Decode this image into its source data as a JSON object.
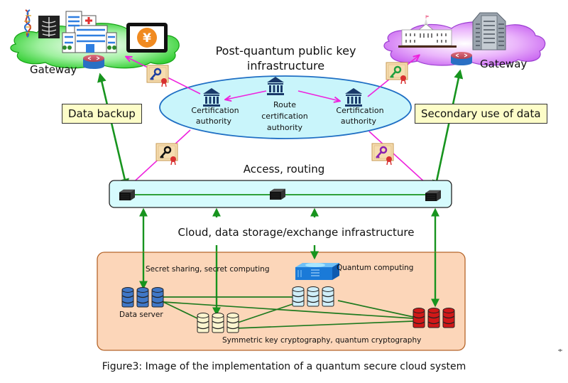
{
  "diagram": {
    "left_cloud": {
      "label": "Gateway",
      "icons": [
        "dna-icon",
        "xray-icon",
        "hospital-icon",
        "tablet-yen-icon",
        "router-icon"
      ],
      "color": "#3dd23d"
    },
    "right_cloud": {
      "label": "Gateway",
      "icons": [
        "government-building-icon",
        "office-tower-icon",
        "router-icon"
      ],
      "color": "#d580f5"
    },
    "pki": {
      "title_line1": "Post-quantum public key",
      "title_line2": "infrastructure",
      "left_ca": {
        "line1": "Certification",
        "line2": "authority"
      },
      "root_ca": {
        "line1": "Route",
        "line2": "certification",
        "line3": "authority"
      },
      "right_ca": {
        "line1": "Certification",
        "line2": "authority"
      },
      "ellipse_fill": "#c9f5fb",
      "ellipse_stroke": "#1f6fc4"
    },
    "side_labels": {
      "left": "Data backup",
      "right": "Secondary use of data"
    },
    "routing": {
      "label": "Access, routing",
      "fill": "#d6fbfd"
    },
    "cloud_storage": {
      "label": "Cloud, data storage/exchange infrastructure",
      "fill": "#fcd6b9",
      "stroke": "#b5652a",
      "secret_label": "Secret sharing, secret computing",
      "quantum_label": "Quantum computing",
      "data_server_label": "Data server",
      "crypto_label": "Symmetric key cryptography, quantum cryptography",
      "db_colors": {
        "data_server": "#3f77c7",
        "quantum": "#cfeef9",
        "cream": "#fbf5cf",
        "red": "#d01818"
      }
    },
    "colors": {
      "green_link": "#17941e",
      "magenta_link": "#ee22dd"
    }
  },
  "caption": "Figure3: Image of the implementation of a quantum secure cloud system"
}
